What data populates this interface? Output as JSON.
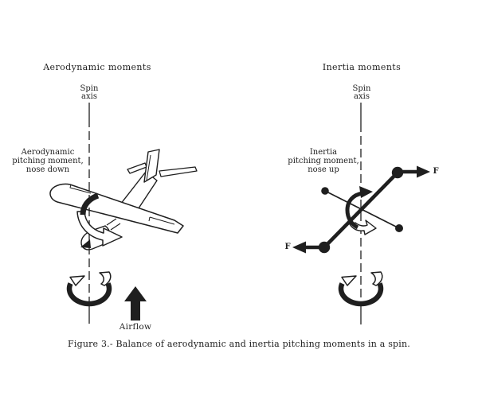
{
  "page": {
    "background": "#ffffff",
    "ink_color": "#1f1f1f"
  },
  "left_diagram": {
    "title": "Aerodynamic moments",
    "spin_axis_label": {
      "line1": "Spin",
      "line2": "axis"
    },
    "moment_label": {
      "line1": "Aerodynamic",
      "line2": "pitching moment,",
      "line3": "nose down"
    },
    "airflow_label": "Airflow"
  },
  "right_diagram": {
    "title": "Inertia moments",
    "spin_axis_label": {
      "line1": "Spin",
      "line2": "axis"
    },
    "moment_label": {
      "line1": "Inertia",
      "line2": "pitching moment,",
      "line3": "nose up"
    },
    "force_label_upper_right": "F",
    "force_label_lower_left": "F"
  },
  "caption": "Figure 3.- Balance of aerodynamic and inertia pitching moments in a spin."
}
